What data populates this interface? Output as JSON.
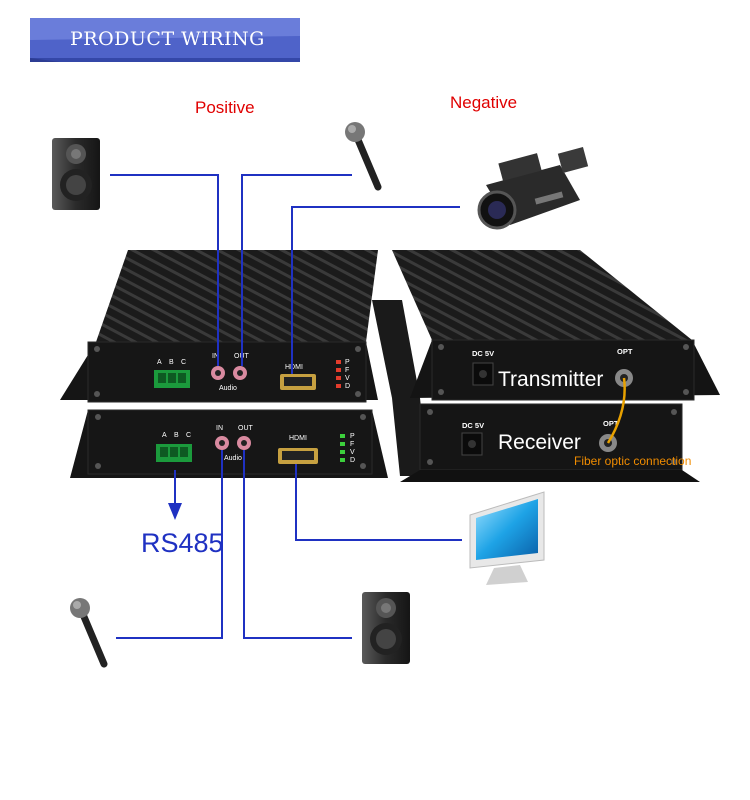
{
  "banner": {
    "title": "PRODUCT WIRING"
  },
  "labels": {
    "positive": "Positive",
    "negative": "Negative",
    "transmitter": "Transmitter",
    "receiver": "Receiver",
    "fiber": "Fiber optic connection",
    "rs485": "RS485"
  },
  "panel_top": {
    "abc": [
      "A",
      "B",
      "C"
    ],
    "audio_in": "IN",
    "audio_out": "OUT",
    "audio": "Audio",
    "hdmi": "HDMI",
    "leds": [
      "P",
      "F",
      "V",
      "D"
    ]
  },
  "panel_bottom": {
    "abc": [
      "A",
      "B",
      "C"
    ],
    "audio_in": "IN",
    "audio_out": "OUT",
    "audio": "Audio",
    "hdmi": "HDMI",
    "leds": [
      "P",
      "F",
      "V",
      "D"
    ]
  },
  "right_top": {
    "dc": "DC 5V",
    "opt": "OPT"
  },
  "right_bottom": {
    "dc": "DC 5V",
    "opt": "OPT"
  },
  "colors": {
    "wire": "#1f31c2",
    "fiber": "#e8a100",
    "banner": "#5a6fd6",
    "label_red": "#e00000"
  }
}
